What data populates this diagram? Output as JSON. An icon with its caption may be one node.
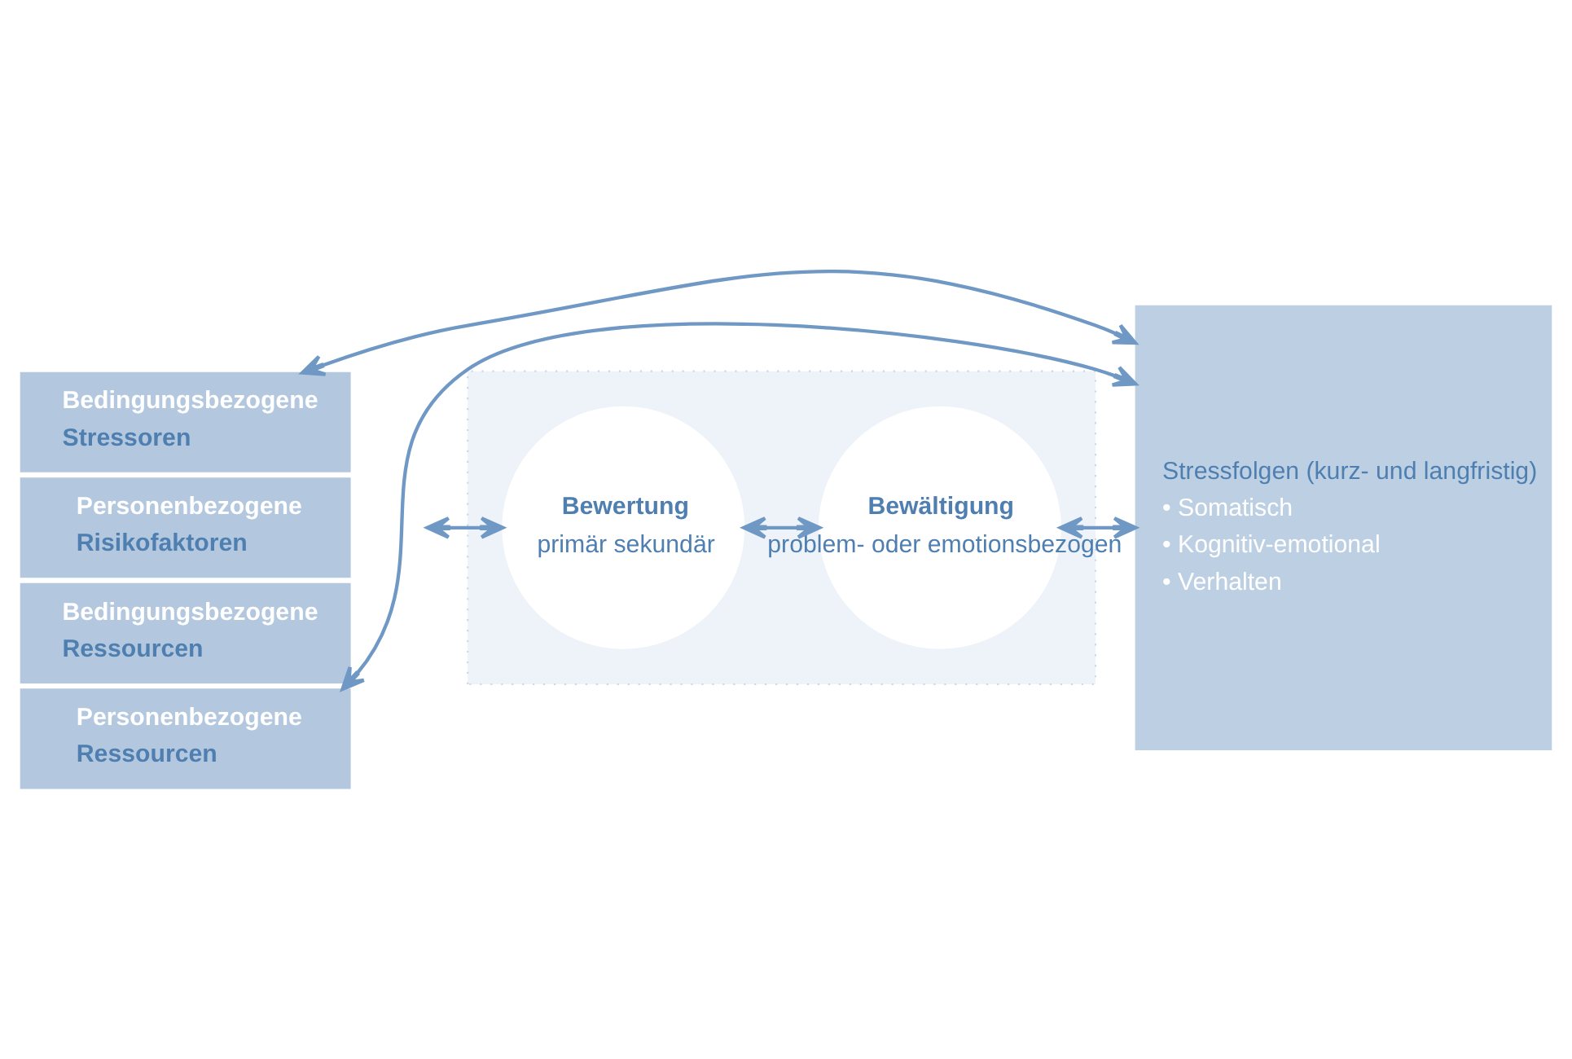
{
  "diagram": {
    "nodes": [
      {
        "text": [
          "Bedingungsbezogene",
          "Stressoren"
        ]
      },
      {
        "text": [
          "Personenbezogene",
          "Risikofaktoren"
        ]
      },
      {
        "text": [
          "Bedingungsbezogene",
          "Ressourcen"
        ]
      },
      {
        "text": [
          "Personenbezogene",
          "Ressourcen"
        ]
      },
      {
        "text": [],
        "shape": "box"
      },
      {
        "text": [
          "Bewertung",
          "primär sekundär"
        ],
        "in": 4
      },
      {
        "text": [
          "Bewältigung",
          "problem- oder emotionsbezogen"
        ],
        "in": 4
      },
      {
        "text": [
          "Stressfolgen (kurz- und langfristig)",
          "• Somatisch",
          "• Kognitiv-emotional",
          "• Verhalten"
        ]
      }
    ],
    "edges": [
      {
        "from": null,
        "to": 5,
        "arrow": "both"
      },
      {
        "from": 5,
        "to": 6,
        "arrow": "both"
      },
      {
        "from": 6,
        "to": 7,
        "arrow": "both"
      },
      {
        "from": 0,
        "to": 7,
        "arrow": "both"
      },
      {
        "from": 3,
        "to": 7,
        "arrow": "both"
      }
    ]
  }
}
